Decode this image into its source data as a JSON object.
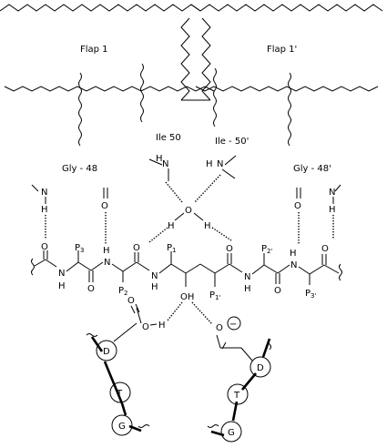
{
  "labels": {
    "flap1": "Flap 1",
    "flap1p": "Flap 1'",
    "ile50": "Ile 50",
    "ile50p": "Ile - 50'",
    "gly48": "Gly - 48",
    "gly48p": "Gly - 48'"
  },
  "atoms": {
    "N": "N",
    "H": "H",
    "O": "O",
    "OH": "OH",
    "minus": "−"
  },
  "positions": {
    "p3": [
      "P",
      "3"
    ],
    "p2": [
      "P",
      "2"
    ],
    "p1": [
      "P",
      "1"
    ],
    "p1p": [
      "P",
      "1'"
    ],
    "p2p": [
      "P",
      "2'"
    ],
    "p3p": [
      "P",
      "3'"
    ]
  },
  "residues": {
    "asp": "D",
    "thr": "T",
    "gly": "G"
  }
}
